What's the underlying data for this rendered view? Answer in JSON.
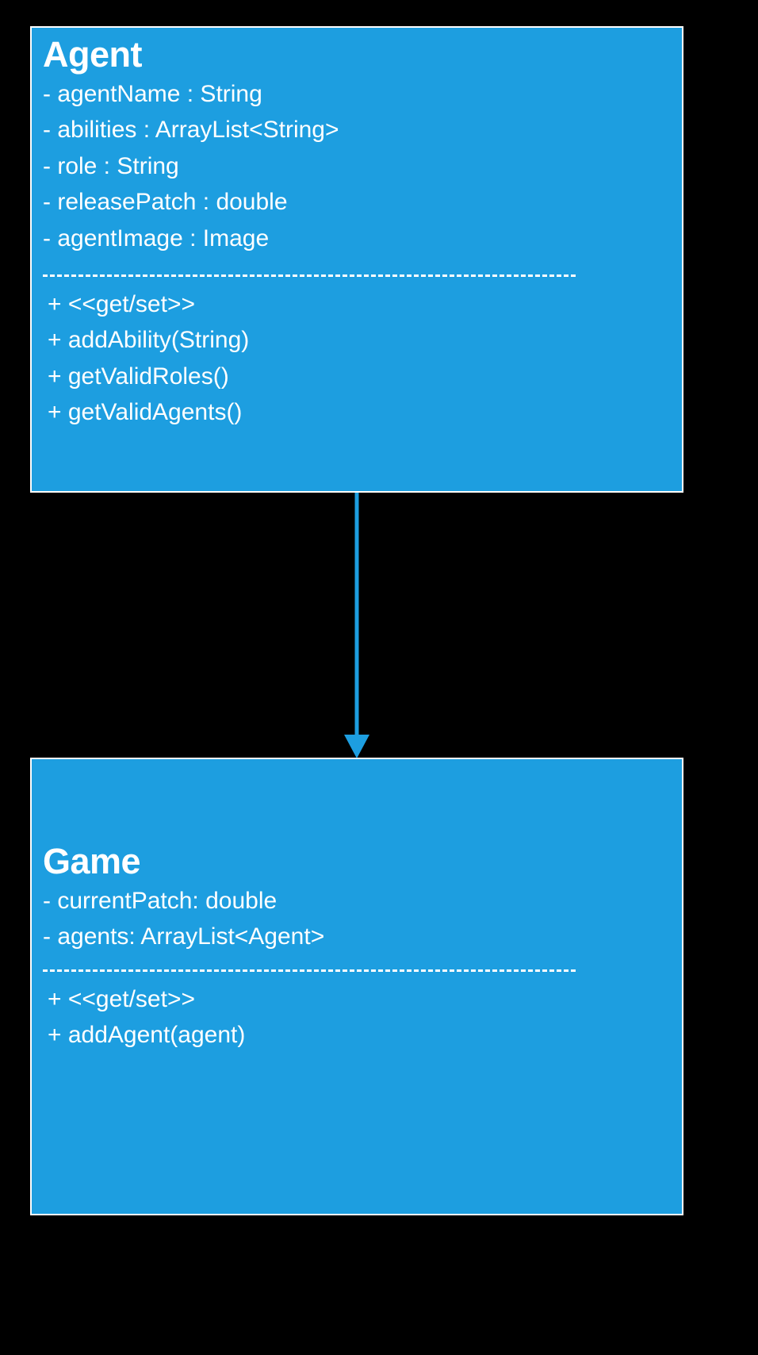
{
  "diagram": {
    "type": "uml-class-diagram",
    "background_color": "#000000",
    "box_fill_color": "#1d9ee0",
    "box_border_color": "#ffffff",
    "text_color": "#ffffff",
    "connector_color": "#1d9ee0",
    "classes": [
      {
        "id": "agent",
        "name": "Agent",
        "attributes": [
          "- agentName : String",
          "- abilities : ArrayList<String>",
          "- role : String",
          "- releasePatch : double",
          "- agentImage : Image"
        ],
        "methods": [
          "+ <<get/set>>",
          "+ addAbility(String)",
          "+ getValidRoles()",
          "+ getValidAgents()"
        ]
      },
      {
        "id": "game",
        "name": "Game",
        "attributes": [
          "- currentPatch: double",
          "- agents: ArrayList<Agent>"
        ],
        "methods": [
          "+ <<get/set>>",
          "+ addAgent(agent)"
        ]
      }
    ],
    "connector": {
      "name": "agent-to-game-arrow",
      "from": "agent",
      "to": "game",
      "style": "solid-line-with-filled-arrowhead",
      "direction": "down"
    }
  }
}
